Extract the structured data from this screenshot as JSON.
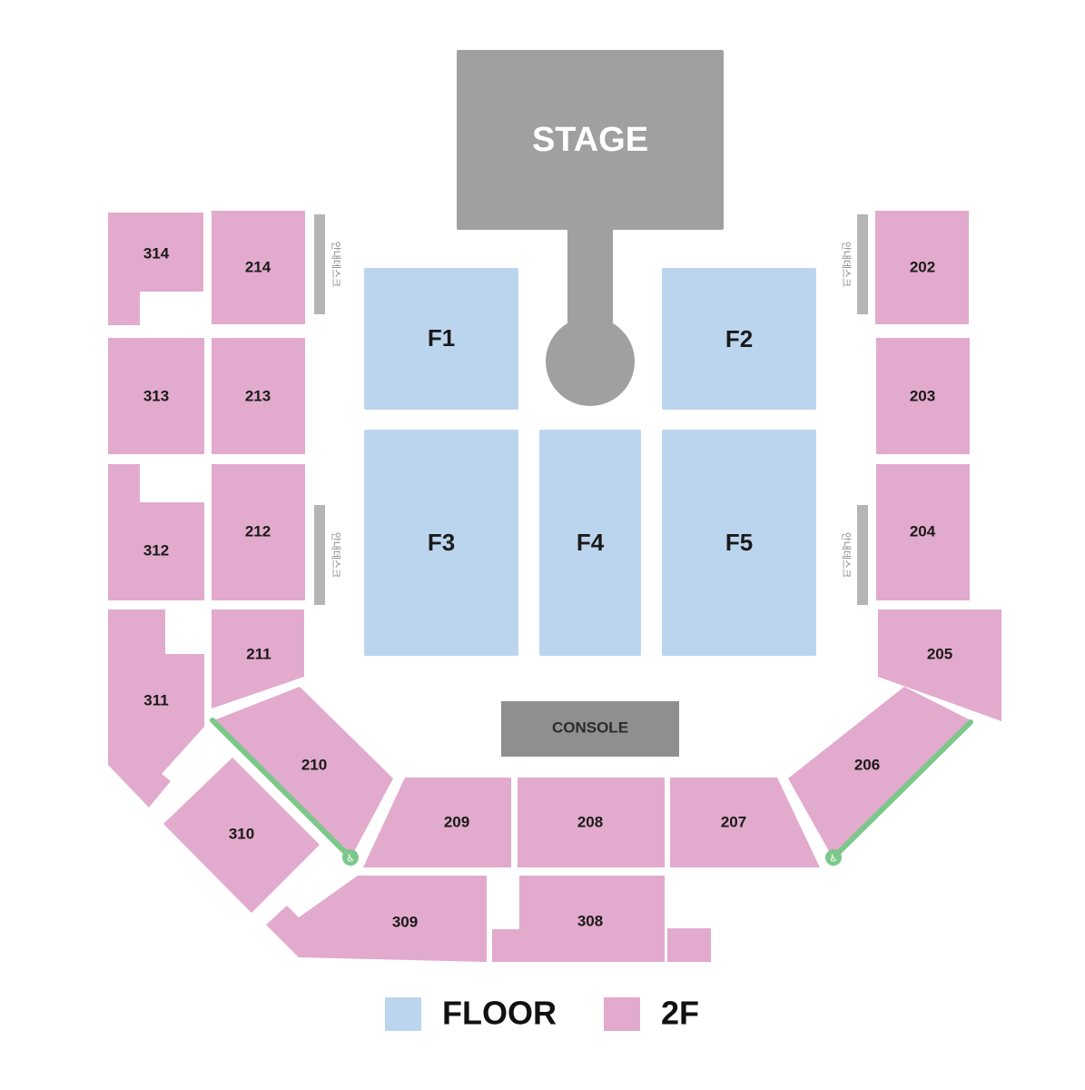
{
  "colors": {
    "floor": "#bcd5ee",
    "second_floor": "#e2aacd",
    "stage": "#a0a0a0",
    "console": "#8f8f8f",
    "lift": "#b5b5b5",
    "wheelchair": "#7cc78a"
  },
  "stage": {
    "label": "STAGE"
  },
  "console": {
    "label": "CONSOLE"
  },
  "lifts": [
    {
      "id": "lift-left-top",
      "label": "안내데스크"
    },
    {
      "id": "lift-right-top",
      "label": "안내데스크"
    },
    {
      "id": "lift-left-bottom",
      "label": "안내데스크"
    },
    {
      "id": "lift-right-bottom",
      "label": "안내데스크"
    }
  ],
  "floor_sections": [
    {
      "id": "F1",
      "label": "F1"
    },
    {
      "id": "F2",
      "label": "F2"
    },
    {
      "id": "F3",
      "label": "F3"
    },
    {
      "id": "F4",
      "label": "F4"
    },
    {
      "id": "F5",
      "label": "F5"
    }
  ],
  "upper_sections": [
    {
      "id": "202",
      "label": "202"
    },
    {
      "id": "203",
      "label": "203"
    },
    {
      "id": "204",
      "label": "204"
    },
    {
      "id": "205",
      "label": "205"
    },
    {
      "id": "206",
      "label": "206"
    },
    {
      "id": "207",
      "label": "207"
    },
    {
      "id": "208",
      "label": "208"
    },
    {
      "id": "209",
      "label": "209"
    },
    {
      "id": "210",
      "label": "210"
    },
    {
      "id": "211",
      "label": "211"
    },
    {
      "id": "212",
      "label": "212"
    },
    {
      "id": "213",
      "label": "213"
    },
    {
      "id": "214",
      "label": "214"
    },
    {
      "id": "308",
      "label": "308"
    },
    {
      "id": "309",
      "label": "309"
    },
    {
      "id": "310",
      "label": "310"
    },
    {
      "id": "311",
      "label": "311"
    },
    {
      "id": "312",
      "label": "312"
    },
    {
      "id": "313",
      "label": "313"
    },
    {
      "id": "314",
      "label": "314"
    }
  ],
  "wheelchair": {
    "icon": "wheelchair-icon",
    "glyph": "♿"
  },
  "legend": [
    {
      "label": "FLOOR",
      "color": "#bcd5ee"
    },
    {
      "label": "2F",
      "color": "#e2aacd"
    }
  ]
}
